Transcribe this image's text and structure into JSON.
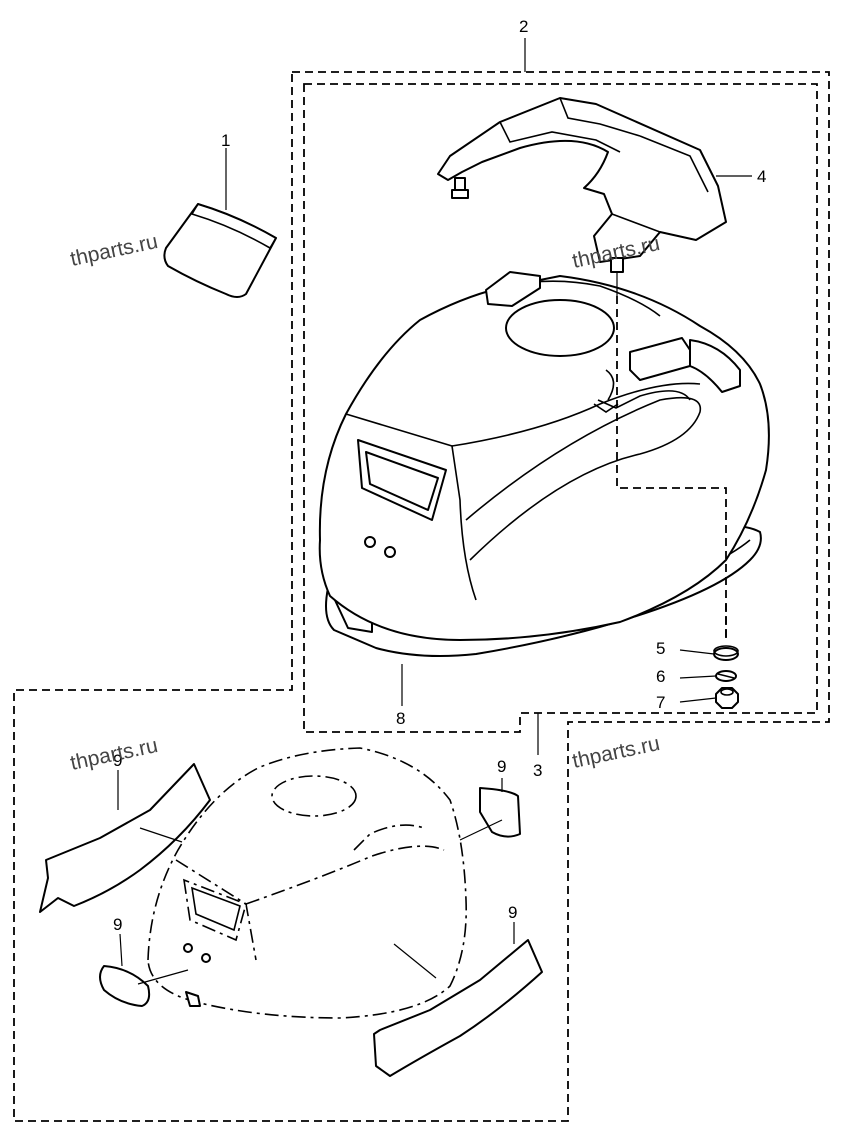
{
  "callouts": {
    "c1": "1",
    "c2": "2",
    "c3": "3",
    "c4": "4",
    "c5": "5",
    "c6": "6",
    "c7": "7",
    "c8": "8",
    "c9": "9"
  },
  "watermark": "thparts.ru",
  "colors": {
    "line": "#000000",
    "background": "#ffffff",
    "watermark": "#444444"
  }
}
